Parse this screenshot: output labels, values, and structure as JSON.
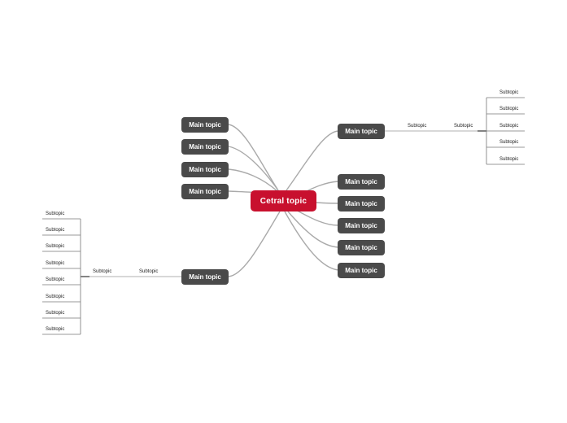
{
  "center": {
    "label": "Cetral topic",
    "color": "#c8102e"
  },
  "main_topic_color": "#4a4a4a",
  "left_topics": [
    {
      "label": "Main topic"
    },
    {
      "label": "Main topic"
    },
    {
      "label": "Main topic"
    },
    {
      "label": "Main topic"
    },
    {
      "label": "Main topic"
    }
  ],
  "right_topics": [
    {
      "label": "Main topic"
    },
    {
      "label": "Main topic"
    },
    {
      "label": "Main topic"
    },
    {
      "label": "Main topic"
    },
    {
      "label": "Main topic"
    },
    {
      "label": "Main topic"
    }
  ],
  "left_branch": {
    "chain": [
      "Subtopic",
      "Subtopic"
    ],
    "leaves": [
      "Subtopic",
      "Subtopic",
      "Subtopic",
      "Subtopic",
      "Subtopic",
      "Subtopic",
      "Subtopic",
      "Subtopic"
    ]
  },
  "right_branch": {
    "chain": [
      "Subtopic",
      "Subtopic"
    ],
    "leaves": [
      "Subtopic",
      "Subtopic",
      "Subtopic",
      "Subtopic",
      "Subtopic"
    ]
  }
}
